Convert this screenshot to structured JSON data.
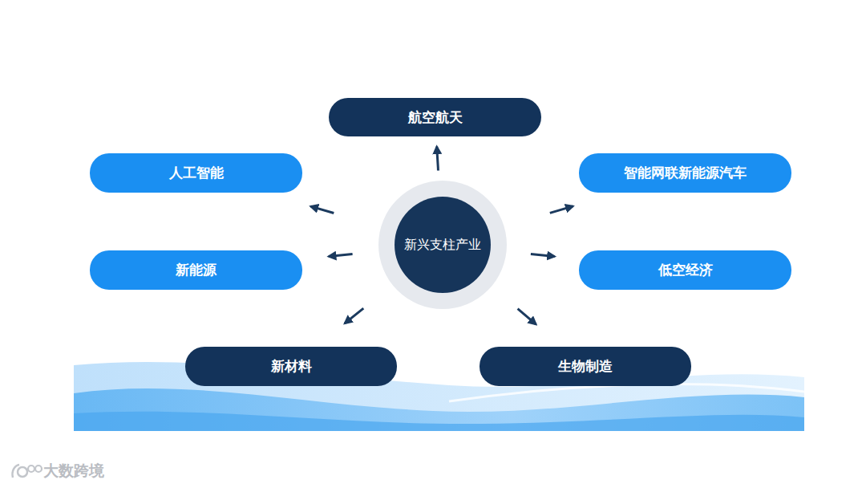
{
  "diagram": {
    "nodes": [
      {
        "text": [
          "新兴支柱产业"
        ]
      },
      {
        "text": [
          "航空航天"
        ]
      },
      {
        "text": [
          "智能网联新能源汽车"
        ]
      },
      {
        "text": [
          "低空经济"
        ]
      },
      {
        "text": [
          "生物制造"
        ]
      },
      {
        "text": [
          "新材料"
        ]
      },
      {
        "text": [
          "新能源"
        ]
      },
      {
        "text": [
          "人工智能"
        ]
      }
    ],
    "edges": [
      {
        "from": 0,
        "to": 1,
        "arrow": "to"
      },
      {
        "from": 0,
        "to": 2,
        "arrow": "to"
      },
      {
        "from": 0,
        "to": 3,
        "arrow": "to"
      },
      {
        "from": 0,
        "to": 4,
        "arrow": "to"
      },
      {
        "from": 0,
        "to": 5,
        "arrow": "to"
      },
      {
        "from": 0,
        "to": 6,
        "arrow": "to"
      },
      {
        "from": 0,
        "to": 7,
        "arrow": "to"
      }
    ],
    "labels": [
      "大数跨境"
    ]
  }
}
